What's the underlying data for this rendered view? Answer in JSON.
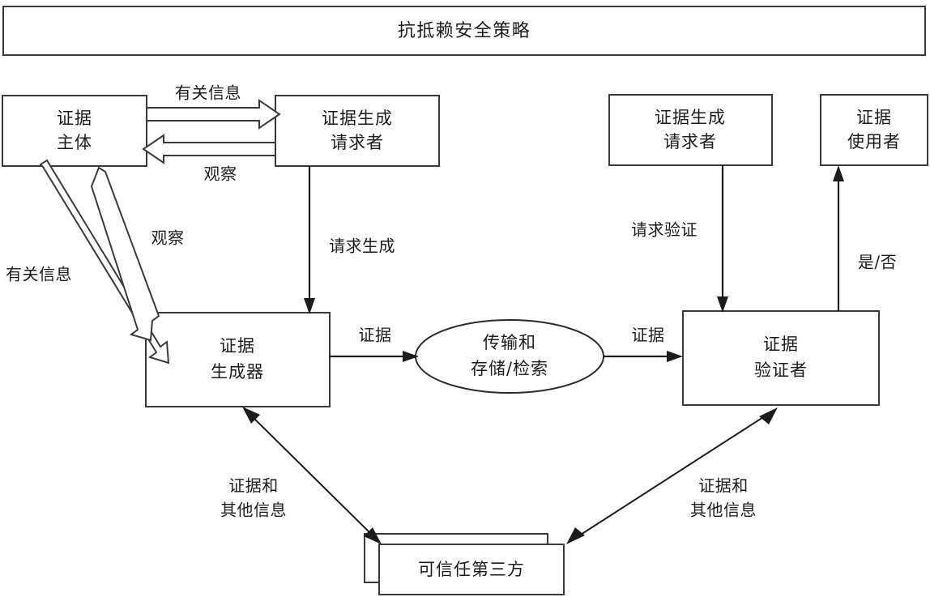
{
  "banner": {
    "title": "抗抵赖安全策略"
  },
  "nodes": {
    "evidence_subject": {
      "line1": "证据",
      "line2": "主体"
    },
    "gen_requester_left": {
      "line1": "证据生成",
      "line2": "请求者"
    },
    "gen_requester_right": {
      "line1": "证据生成",
      "line2": "请求者"
    },
    "evidence_user": {
      "line1": "证据",
      "line2": "使用者"
    },
    "evidence_generator": {
      "line1": "证据",
      "line2": "生成器"
    },
    "transfer_store": {
      "line1": "传输和",
      "line2": "存储/检索"
    },
    "evidence_verifier": {
      "line1": "证据",
      "line2": "验证者"
    },
    "trusted_third_party": {
      "line1": "可信任第三方"
    }
  },
  "edges": {
    "related_info_top": "有关信息",
    "observe_top": "观察",
    "observe_left": "观察",
    "related_info_left": "有关信息",
    "request_generate": "请求生成",
    "request_verify": "请求验证",
    "yes_no": "是/否",
    "evidence_left": "证据",
    "evidence_right": "证据",
    "evidence_other_left_line1": "证据和",
    "evidence_other_left_line2": "其他信息",
    "evidence_other_right_line1": "证据和",
    "evidence_other_right_line2": "其他信息"
  },
  "colors": {
    "stroke": "#3a3a3a",
    "text": "#1c1c1c",
    "background": "#ffffff"
  }
}
